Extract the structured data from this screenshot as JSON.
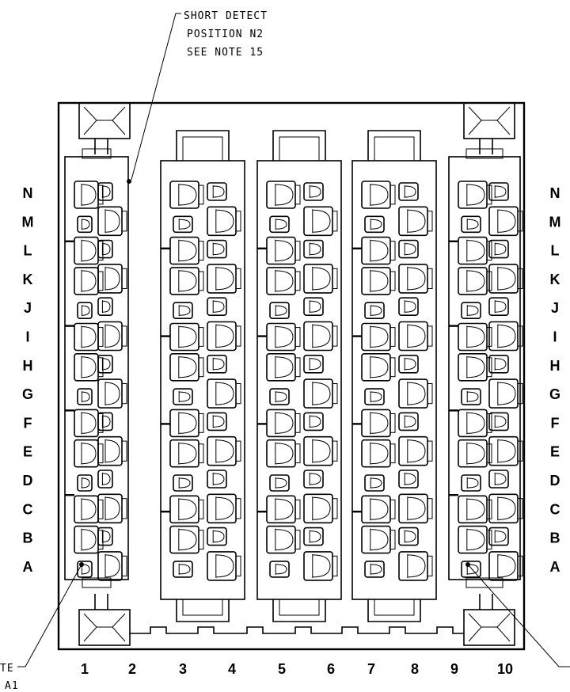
{
  "callouts": {
    "top": [
      "SHORT DETECT",
      "POSITION N2",
      "SEE NOTE 15"
    ],
    "bottom_left": [
      "TE",
      "A1"
    ]
  },
  "row_labels": [
    "N",
    "M",
    "L",
    "K",
    "J",
    "I",
    "H",
    "G",
    "F",
    "E",
    "D",
    "C",
    "B",
    "A"
  ],
  "column_labels": [
    "1",
    "2",
    "3",
    "4",
    "5",
    "6",
    "7",
    "8",
    "9",
    "10"
  ]
}
